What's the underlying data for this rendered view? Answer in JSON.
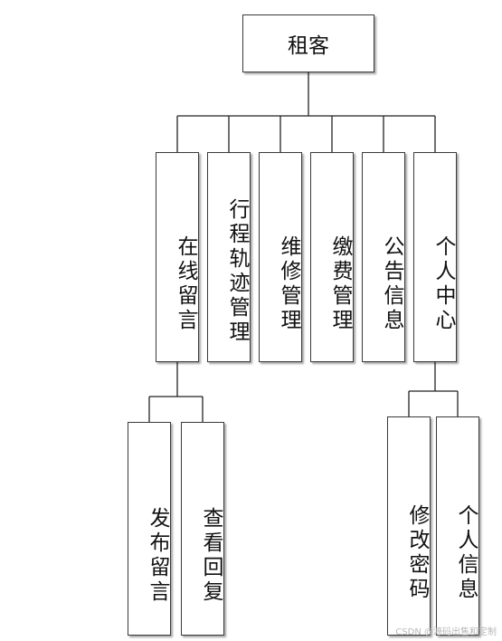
{
  "root": {
    "label": "租客"
  },
  "modules": [
    {
      "id": "online-message",
      "label": "在线留言"
    },
    {
      "id": "trajectory",
      "label": "行程轨迹管理"
    },
    {
      "id": "repair",
      "label": "维修管理"
    },
    {
      "id": "payment",
      "label": "缴费管理"
    },
    {
      "id": "announcement",
      "label": "公告信息"
    },
    {
      "id": "personal-center",
      "label": "个人中心"
    }
  ],
  "submodules": {
    "online-message": [
      {
        "id": "post-message",
        "label": "发布留言"
      },
      {
        "id": "view-reply",
        "label": "查看回复"
      }
    ],
    "personal-center": [
      {
        "id": "change-password",
        "label": "修改密码"
      },
      {
        "id": "personal-info",
        "label": "个人信息"
      }
    ]
  },
  "watermark": "CSDN @源码出售和定制"
}
